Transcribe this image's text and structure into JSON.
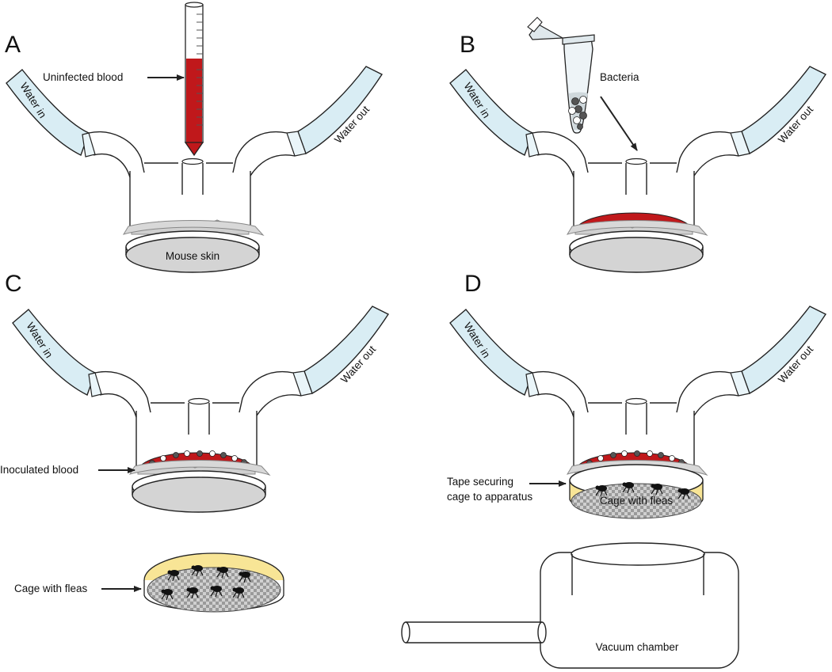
{
  "panels": {
    "a": {
      "letter": "A",
      "water_in": "Water in",
      "water_out": "Water out",
      "arrow_label": "Uninfected blood",
      "disc_label": "Mouse skin"
    },
    "b": {
      "letter": "B",
      "water_in": "Water in",
      "water_out": "Water out",
      "arrow_label": "Bacteria"
    },
    "c": {
      "letter": "C",
      "water_in": "Water in",
      "water_out": "Water out",
      "blood_label": "Inoculated blood",
      "cage_label": "Cage with fleas"
    },
    "d": {
      "letter": "D",
      "water_in": "Water in",
      "water_out": "Water out",
      "tape_label_line1": "Tape securing",
      "tape_label_line2": "cage to apparatus",
      "cage_label": "Cage with fleas",
      "vacuum_label": "Vacuum chamber"
    }
  },
  "colors": {
    "tube_fill": "#d9edf4",
    "blood": "#c0181b",
    "skin": "#d2d2d2",
    "cage_yellow": "#f8e596",
    "outline": "#222222"
  }
}
